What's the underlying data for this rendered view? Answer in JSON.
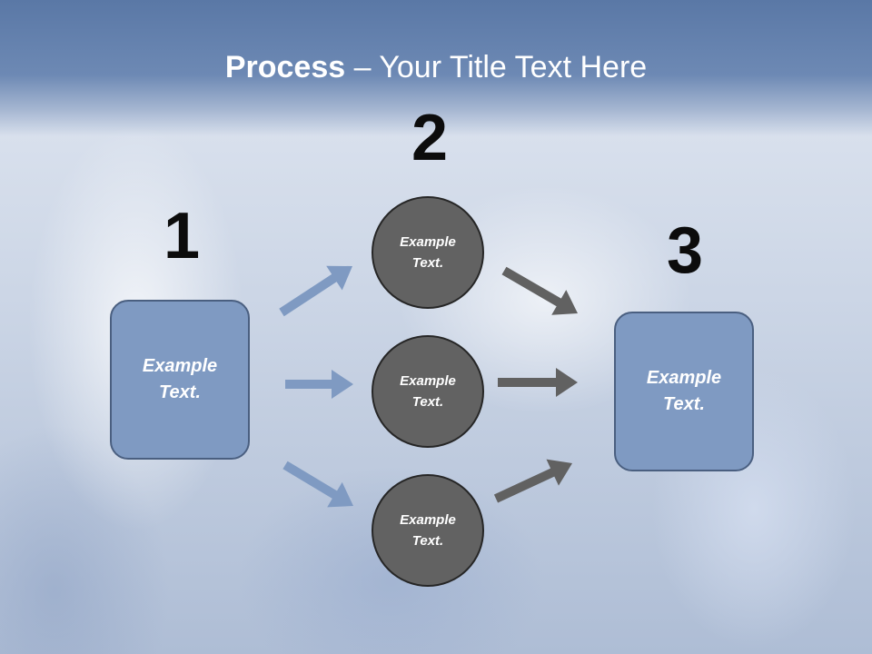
{
  "title": {
    "bold": "Process",
    "rest": " – Your Title Text Here"
  },
  "steps": [
    {
      "number": "1",
      "box_text": "Example Text."
    },
    {
      "number": "2",
      "circles": [
        {
          "text": "Example Text."
        },
        {
          "text": "Example Text."
        },
        {
          "text": "Example Text."
        }
      ]
    },
    {
      "number": "3",
      "box_text": "Example Text."
    }
  ],
  "colors": {
    "box_fill": "#7f9ac2",
    "box_border": "#4a5f80",
    "circle_fill": "#626262",
    "circle_border": "#262626",
    "arrow_in": "#7f9ac2",
    "arrow_out": "#616161",
    "title_band": "#6580ad"
  }
}
